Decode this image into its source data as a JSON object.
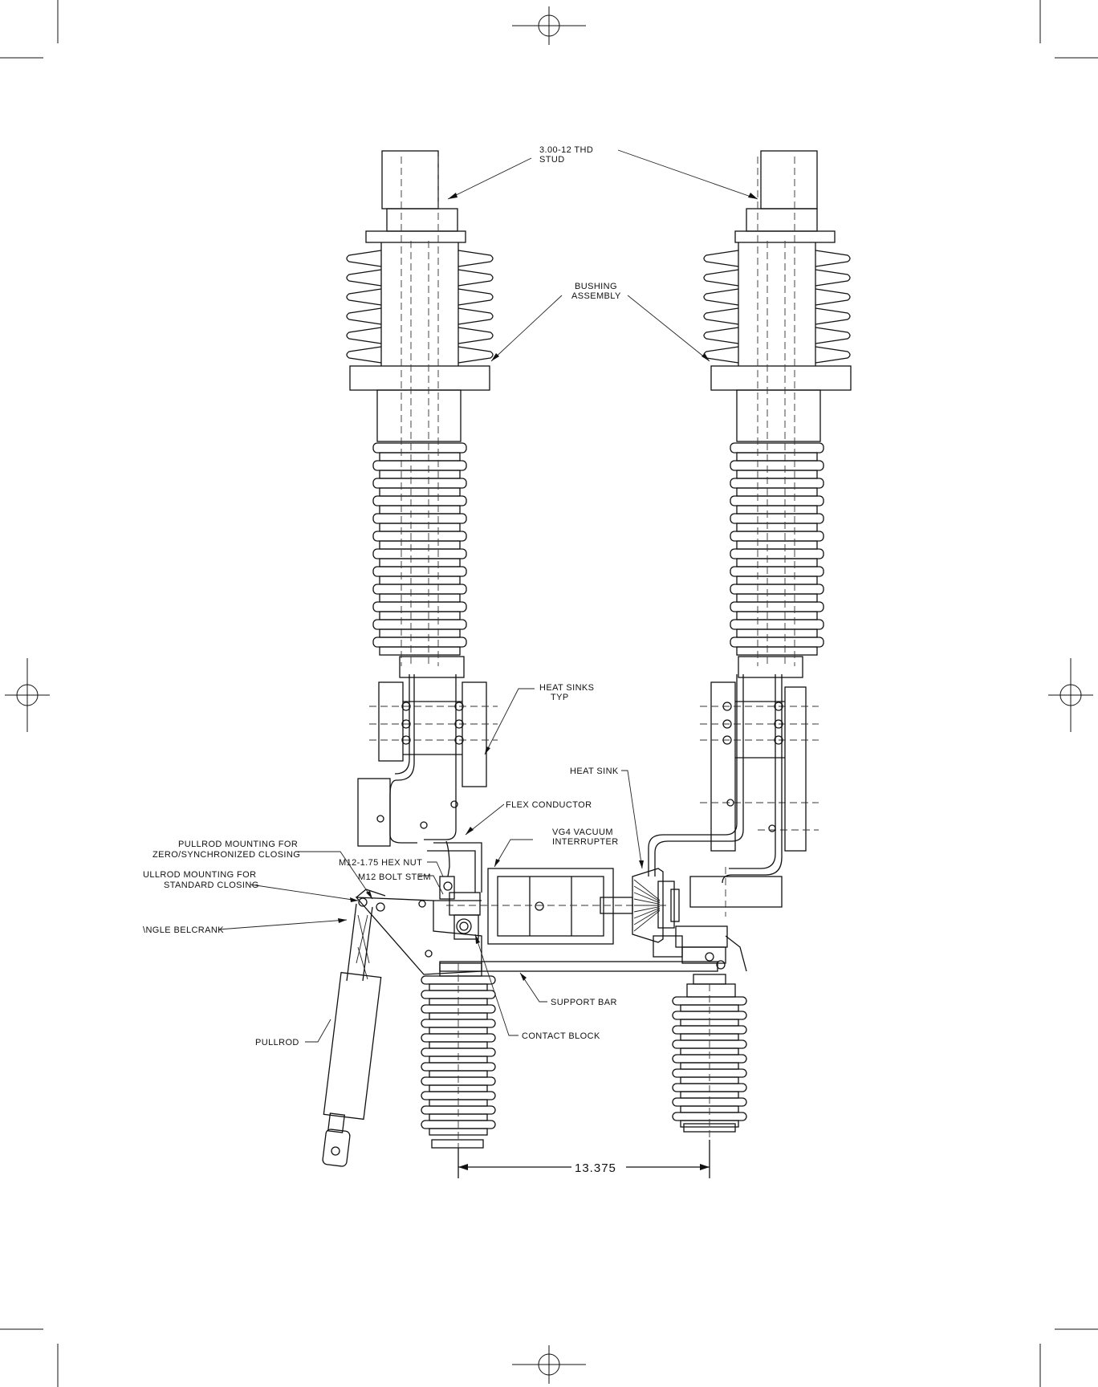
{
  "labels": {
    "stud_line1": "3.00-12 THD",
    "stud_line2": "STUD",
    "bushing_line1": "BUSHING",
    "bushing_line2": "ASSEMBLY",
    "heat_sinks_line1": "HEAT SINKS",
    "heat_sinks_line2": "TYP",
    "heat_sink": "HEAT SINK",
    "flex_conductor": "FLEX CONDUCTOR",
    "vg4_line1": "VG4 VACUUM",
    "vg4_line2": "INTERRUPTER",
    "pullrod_zero_line1": "PULLROD MOUNTING FOR",
    "pullrod_zero_line2": "ZERO/SYNCHRONIZED CLOSING",
    "hex_nut": "M12-1.75 HEX NUT",
    "bolt_stem": "M12 BOLT STEM",
    "pullrod_std_line1": "ULLROD MOUNTING FOR",
    "pullrod_std_line2": "STANDARD CLOSING",
    "belcrank": "\\NGLE BELCRANK",
    "support_bar": "SUPPORT BAR",
    "contact_block": "CONTACT BLOCK",
    "pullrod": "PULLROD",
    "dimension": "13.375"
  },
  "colors": {
    "ink": "#111111",
    "paper": "#ffffff"
  }
}
